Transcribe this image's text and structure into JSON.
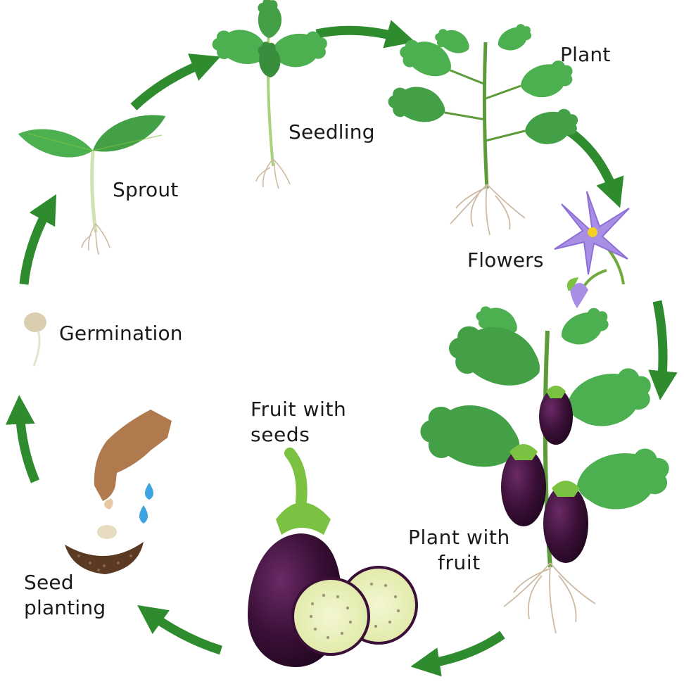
{
  "stages": {
    "seedling": "Seedling",
    "plant": "Plant",
    "sprout": "Sprout",
    "flowers": "Flowers",
    "germination": "Germination",
    "fruit_with_seeds": "Fruit with\nseeds",
    "plant_with_fruit": "Plant with\nfruit",
    "seed_planting": "Seed\nplanting"
  },
  "colors": {
    "arrow": "#2e8b2e",
    "leaf": "#4caf50",
    "leaf_dark": "#2f7d32",
    "eggplant": "#3b1038",
    "calyx": "#7cc242",
    "flower": "#a98ee6",
    "flesh": "#eef3c4",
    "hand": "#b07a4f",
    "soil": "#5a3a22",
    "water": "#3aa3e0"
  }
}
